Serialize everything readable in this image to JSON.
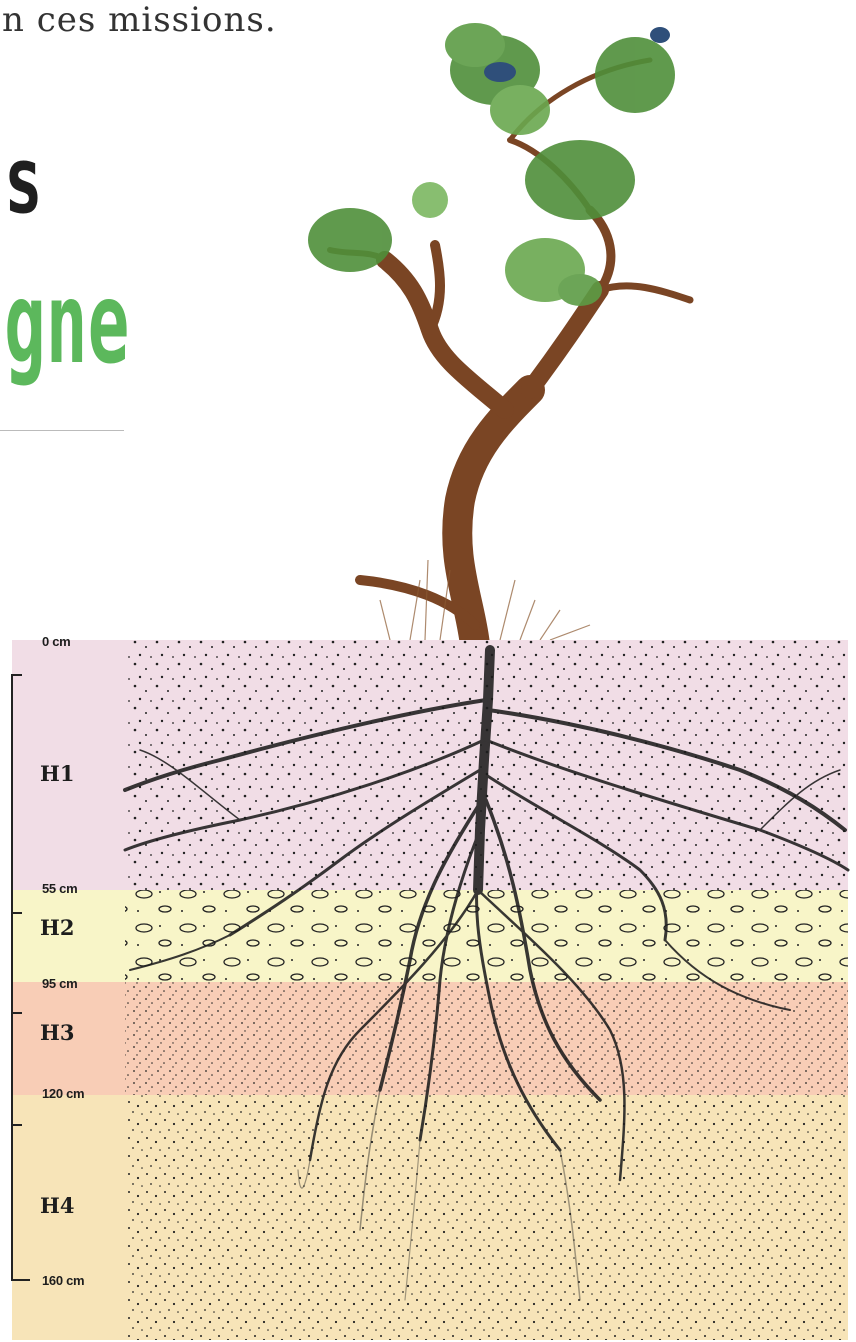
{
  "heading": {
    "intro_fragment": "n ces missions.",
    "word_dark_fragment": "s",
    "word_green_fragment": "gne"
  },
  "colors": {
    "green": "#5cb85c",
    "h1": "#f1dde6",
    "h2": "#f8f5c8",
    "h3": "#f8cdb6",
    "h4": "#f7e4b8",
    "leaf": "#4f8f3a",
    "trunk": "#7a4524",
    "root": "#1d1d1d"
  },
  "profile": {
    "depths": [
      {
        "id": "d0",
        "label": "0 cm"
      },
      {
        "id": "d55",
        "label": "55 cm"
      },
      {
        "id": "d95",
        "label": "95 cm"
      },
      {
        "id": "d120",
        "label": "120 cm"
      },
      {
        "id": "d160",
        "label": "160 cm"
      }
    ],
    "horizons": [
      {
        "id": "h1",
        "label": "H1",
        "texture": "fine-dots"
      },
      {
        "id": "h2",
        "label": "H2",
        "texture": "pebbles"
      },
      {
        "id": "h3",
        "label": "H3",
        "texture": "dense-dots"
      },
      {
        "id": "h4",
        "label": "H4",
        "texture": "fine-dots"
      }
    ]
  }
}
